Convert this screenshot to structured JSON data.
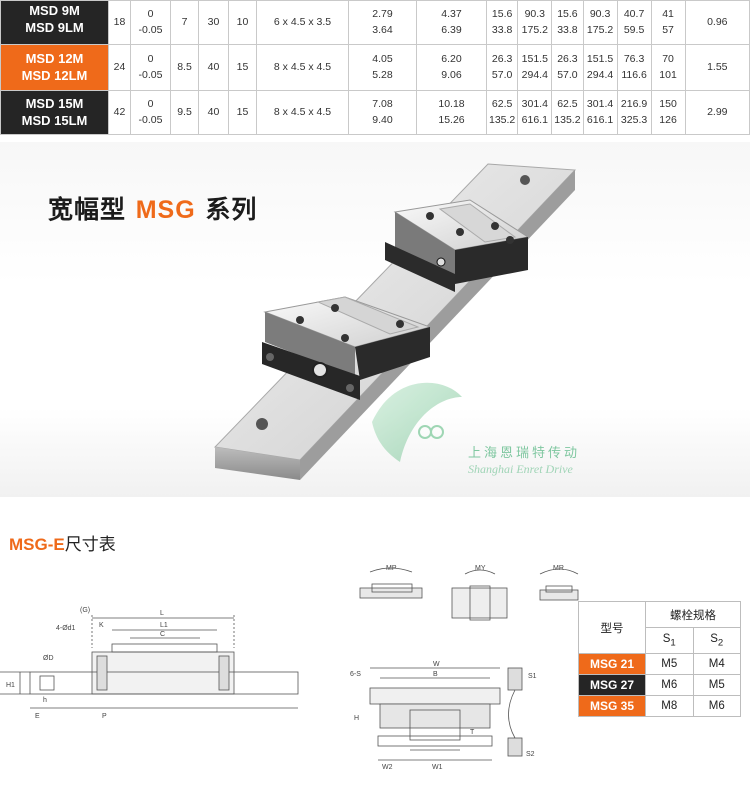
{
  "spec_table": {
    "rows": [
      {
        "model": [
          "MSD 9M",
          "MSD 9LM"
        ],
        "style": "dark",
        "c1": "18",
        "c2": [
          "0",
          "-0.05"
        ],
        "c3": "7",
        "c4": "30",
        "c5": "10",
        "c6": "6 x 4.5 x 3.5",
        "c7": [
          "2.79",
          "3.64"
        ],
        "c8": [
          "4.37",
          "6.39"
        ],
        "c9": [
          "15.6",
          "33.8"
        ],
        "c10": [
          "90.3",
          "175.2"
        ],
        "c11": [
          "15.6",
          "33.8"
        ],
        "c12": [
          "90.3",
          "175.2"
        ],
        "c13": [
          "40.7",
          "59.5"
        ],
        "c14": [
          "41",
          "57"
        ],
        "c15": "0.96"
      },
      {
        "model": [
          "MSD 12M",
          "MSD 12LM"
        ],
        "style": "orange",
        "c1": "24",
        "c2": [
          "0",
          "-0.05"
        ],
        "c3": "8.5",
        "c4": "40",
        "c5": "15",
        "c6": "8 x 4.5 x 4.5",
        "c7": [
          "4.05",
          "5.28"
        ],
        "c8": [
          "6.20",
          "9.06"
        ],
        "c9": [
          "26.3",
          "57.0"
        ],
        "c10": [
          "151.5",
          "294.4"
        ],
        "c11": [
          "26.3",
          "57.0"
        ],
        "c12": [
          "151.5",
          "294.4"
        ],
        "c13": [
          "76.3",
          "116.6"
        ],
        "c14": [
          "70",
          "101"
        ],
        "c15": "1.55"
      },
      {
        "model": [
          "MSD 15M",
          "MSD 15LM"
        ],
        "style": "dark",
        "c1": "42",
        "c2": [
          "0",
          "-0.05"
        ],
        "c3": "9.5",
        "c4": "40",
        "c5": "15",
        "c6": "8 x 4.5 x 4.5",
        "c7": [
          "7.08",
          "9.40"
        ],
        "c8": [
          "10.18",
          "15.26"
        ],
        "c9": [
          "62.5",
          "135.2"
        ],
        "c10": [
          "301.4",
          "616.1"
        ],
        "c11": [
          "62.5",
          "135.2"
        ],
        "c12": [
          "301.4",
          "616.1"
        ],
        "c13": [
          "216.9",
          "325.3"
        ],
        "c14": [
          "150",
          "126"
        ],
        "c15": "2.99"
      }
    ]
  },
  "hero": {
    "title_prefix": "宽幅型 ",
    "title_accent": "MSG",
    "title_suffix": " 系列",
    "watermark_cn": "上海恩瑞特传动",
    "watermark_en": "Shanghai Enret Drive"
  },
  "section": {
    "title_accent": "MSG-E",
    "title_rest": "尺寸表"
  },
  "drawing_labels": {
    "front": {
      "g": "(G)",
      "holes": "4-Ød1",
      "k": "K",
      "l": "L",
      "l1": "L1",
      "c": "C",
      "od": "ØD",
      "h1": "H1",
      "h": "h",
      "e": "E",
      "p": "P"
    },
    "moments": {
      "mp": "MP",
      "my": "MY",
      "mr": "MR"
    },
    "section": {
      "w": "W",
      "b": "B",
      "s": "6-S",
      "h": "H",
      "w2": "W2",
      "w1": "W1",
      "t": "T"
    },
    "bolts": {
      "s1": "S1",
      "s2": "S2"
    }
  },
  "bolt_table": {
    "header_model": "型号",
    "header_group": "螺栓规格",
    "header_s1": "S",
    "header_s1_sub": "1",
    "header_s2": "S",
    "header_s2_sub": "2",
    "rows": [
      {
        "model": "MSG 21",
        "style": "orange",
        "s1": "M5",
        "s2": "M4"
      },
      {
        "model": "MSG 27",
        "style": "dark",
        "s1": "M6",
        "s2": "M5"
      },
      {
        "model": "MSG 35",
        "style": "orange",
        "s1": "M8",
        "s2": "M6"
      }
    ]
  },
  "colors": {
    "orange": "#ef6a1a",
    "dark": "#252525",
    "watermark_green": "#7fc7a0"
  }
}
